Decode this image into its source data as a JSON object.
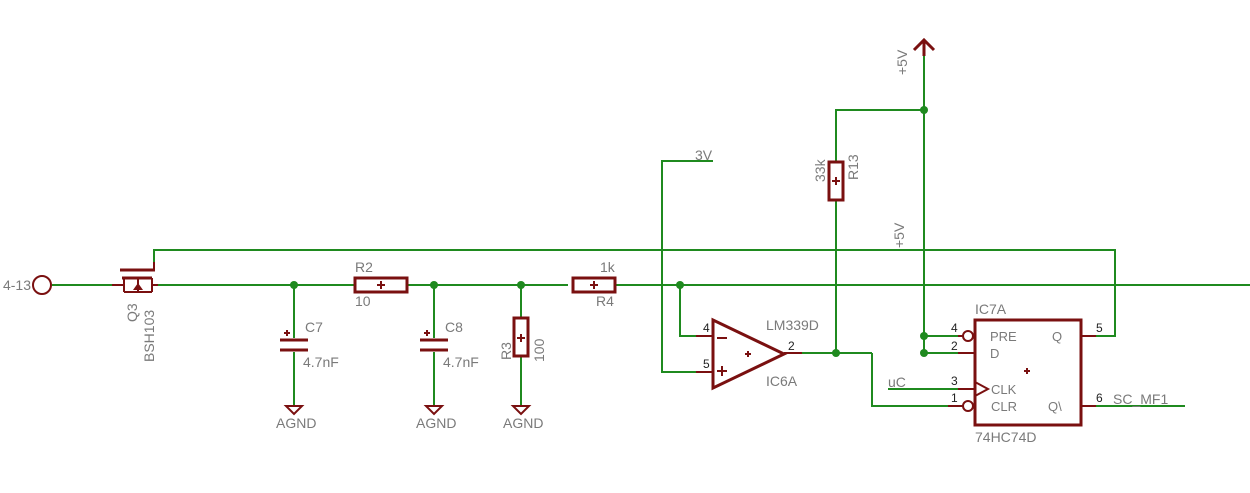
{
  "nets": {
    "left_port": "4-13",
    "rail_3v": "3V",
    "rail_5v_top": "+5V",
    "rail_5v_mid": "+5V",
    "uc": "uC",
    "sc_mf1": "SC_MF1"
  },
  "parts": {
    "q3": {
      "name": "Q3",
      "value": "BSH103"
    },
    "c7": {
      "name": "C7",
      "value": "4.7nF"
    },
    "c8": {
      "name": "C8",
      "value": "4.7nF"
    },
    "r2": {
      "name": "R2",
      "value": "10"
    },
    "r3": {
      "name": "R3",
      "value": "100"
    },
    "r4": {
      "name": "R4",
      "value": "1k"
    },
    "r13": {
      "name": "R13",
      "value": "33k"
    },
    "ic6a": {
      "name": "IC6A",
      "value": "LM339D",
      "pins": {
        "inv": "4",
        "noninv": "5",
        "out": "2"
      }
    },
    "ic7a": {
      "name": "IC7A",
      "value": "74HC74D",
      "pin_labels": {
        "pre": "PRE",
        "d": "D",
        "clk": "CLK",
        "clr": "CLR",
        "q": "Q",
        "qn": "Q\\"
      },
      "pin_numbers": {
        "pre": "4",
        "d": "2",
        "clk": "3",
        "clr": "1",
        "q": "5",
        "qn": "6"
      }
    }
  },
  "grounds": {
    "g1": "AGND",
    "g2": "AGND",
    "g3": "AGND"
  }
}
